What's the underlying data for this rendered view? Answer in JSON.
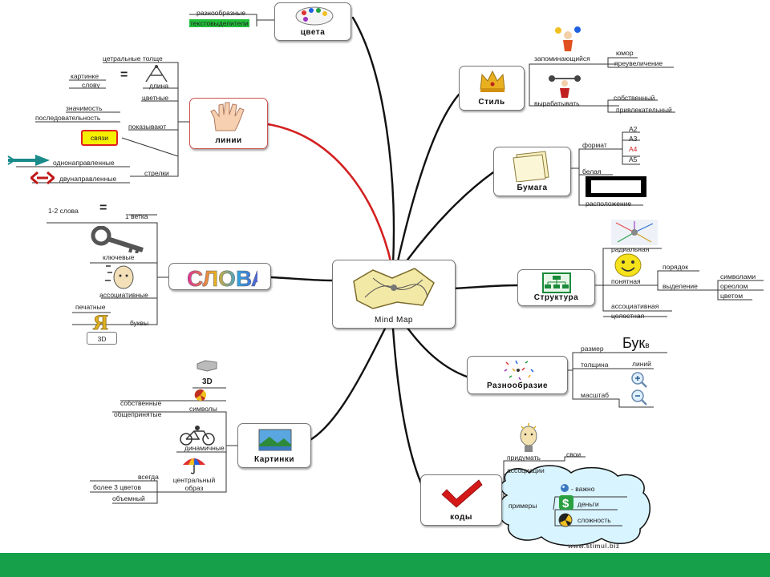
{
  "center": {
    "label": "Mind Map"
  },
  "colors": {
    "footer": "#16a049",
    "red_branch": "#d42020",
    "highlight_yellow": "#f5f000",
    "highlight_red": "#e02020",
    "green_tag": "#22c03a",
    "cloud": "#d8f4ff"
  },
  "branches": {
    "colors": {
      "label": "цвета",
      "items": [
        "разнообразные",
        "текстовыделители"
      ]
    },
    "lines": {
      "label": "линии",
      "items": [
        "цетральные толще",
        "длина",
        "картинке",
        "слову",
        "цветные",
        "значимость",
        "последовательность",
        "показывают",
        "связи",
        "однонаправленные",
        "стрелки",
        "двунаправленные"
      ],
      "eq": "="
    },
    "words": {
      "label": "СЛОВА",
      "items": [
        "1-2 слова",
        "1 ветка",
        "ключевые",
        "ассоциативные",
        "печатные",
        "буквы",
        "3D"
      ],
      "eq": "="
    },
    "pictures": {
      "label": "Картинки",
      "items": [
        "3D",
        "символы",
        "собственные",
        "общепринятые",
        "динамичные",
        "всегда",
        "более 3 цветов",
        "объемный",
        "центральный образ"
      ]
    },
    "style": {
      "label": "Стиль",
      "items": [
        "запоминающийся",
        "юмор",
        "преувеличение",
        "вырабатывать",
        "собственный",
        "привлекательный"
      ]
    },
    "paper": {
      "label": "Бумага",
      "items": [
        "формат",
        "А2",
        "А3",
        "А4",
        "А5",
        "белая",
        "расположение"
      ]
    },
    "structure": {
      "label": "Структура",
      "items": [
        "радиальная",
        "понятная",
        "порядок",
        "выделение",
        "символами",
        "ореолом",
        "цветом",
        "ассоциативная",
        "целостная"
      ]
    },
    "variety": {
      "label": "Разнообразие",
      "items": [
        "размер",
        "толщина",
        "линий",
        "масштаб"
      ],
      "big_letters": "Бук",
      "sub": "в"
    },
    "codes": {
      "label": "коды",
      "items": [
        "придумать",
        "свои",
        "ассоциации",
        "примеры",
        "- важно",
        "деньги",
        "сложность"
      ]
    }
  },
  "footer": {
    "site": "www.stimul.biz"
  }
}
